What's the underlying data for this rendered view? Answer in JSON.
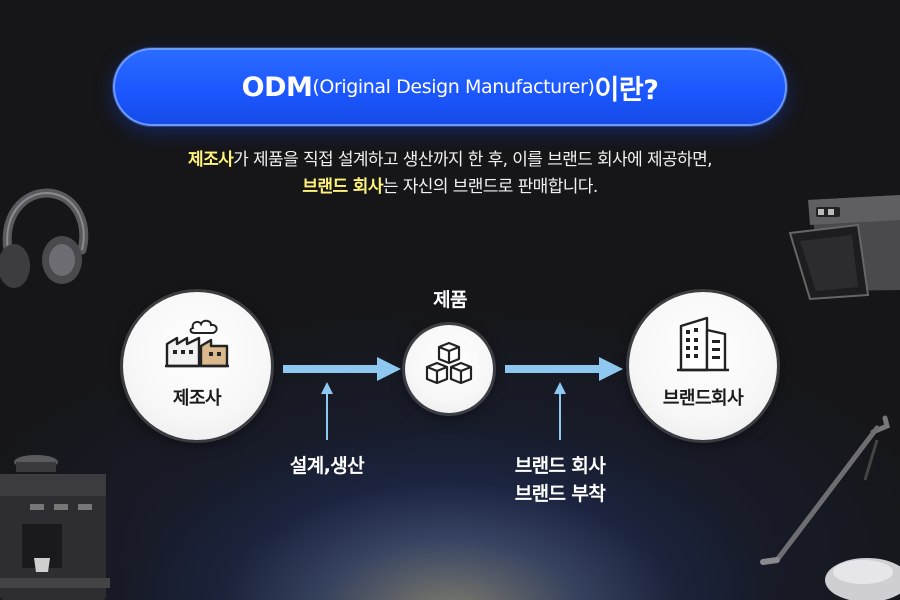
{
  "title": {
    "main_prefix": "ODM",
    "sub": "(Original Design Manufacturer)",
    "main_suffix": "이란?"
  },
  "description": {
    "line1_highlight": "제조사",
    "line1_text": "가 제품을 직접 설계하고 생산까지 한 후, 이를 브랜드 회사에 제공하면,",
    "line2_highlight": "브랜드 회사",
    "line2_text": "는 자신의 브랜드로 판매합니다."
  },
  "flow": {
    "manufacturer": {
      "label": "제조사",
      "icon": "factory-icon"
    },
    "product": {
      "label": "제품",
      "icon": "boxes-icon"
    },
    "brand": {
      "label": "브랜드회사",
      "icon": "building-icon"
    },
    "step1_label": "설계,생산",
    "step2_line1": "브랜드 회사",
    "step2_line2": "브랜드 부착"
  },
  "colors": {
    "background": "#161618",
    "pill_blue": "#1c57ff",
    "arrow_blue": "#8ec8f0",
    "highlight_yellow": "#fff37a"
  },
  "decorations": [
    "headphones-icon",
    "air-fryer-icon",
    "espresso-machine-icon",
    "vacuum-cleaner-icon"
  ]
}
